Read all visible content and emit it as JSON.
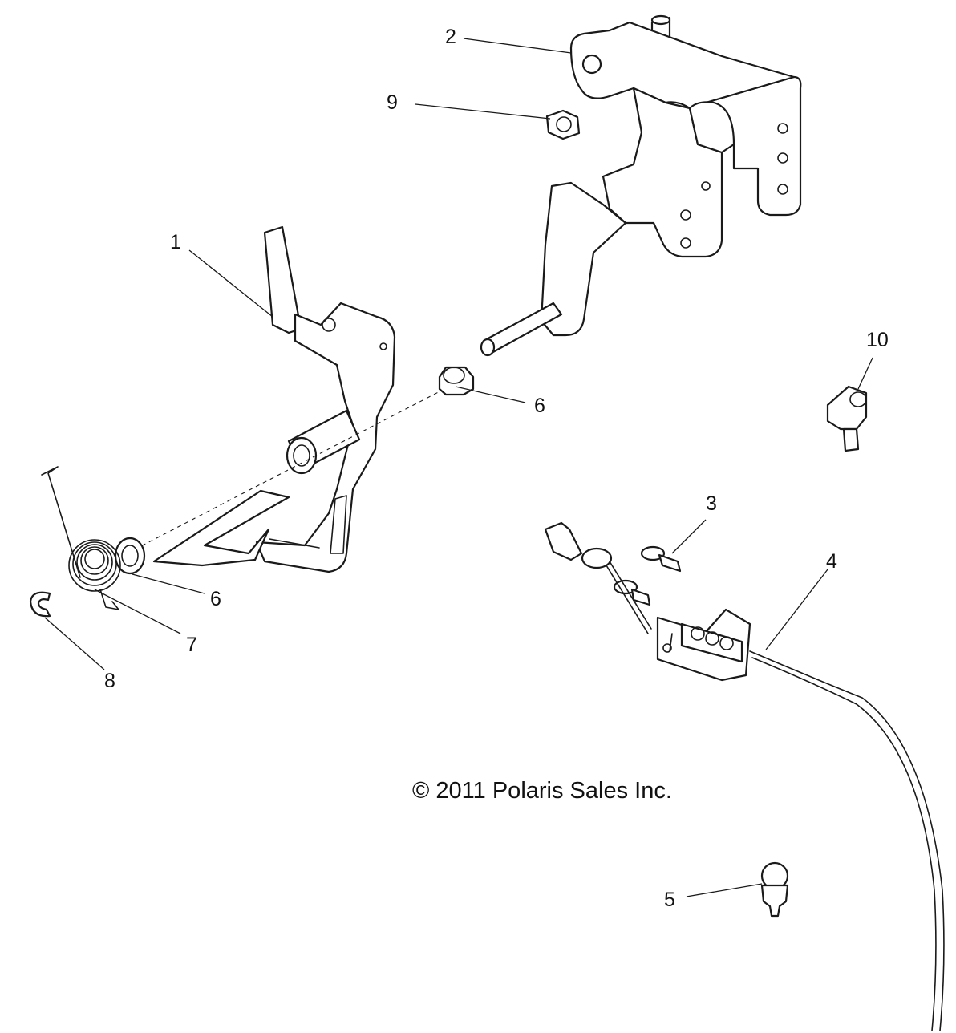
{
  "copyright": "© 2011 Polaris Sales Inc.",
  "callouts": {
    "c1": "1",
    "c2": "2",
    "c3": "3",
    "c4": "4",
    "c5": "5",
    "c6a": "6",
    "c6b": "6",
    "c7": "7",
    "c8": "8",
    "c9": "9",
    "c10": "10"
  }
}
